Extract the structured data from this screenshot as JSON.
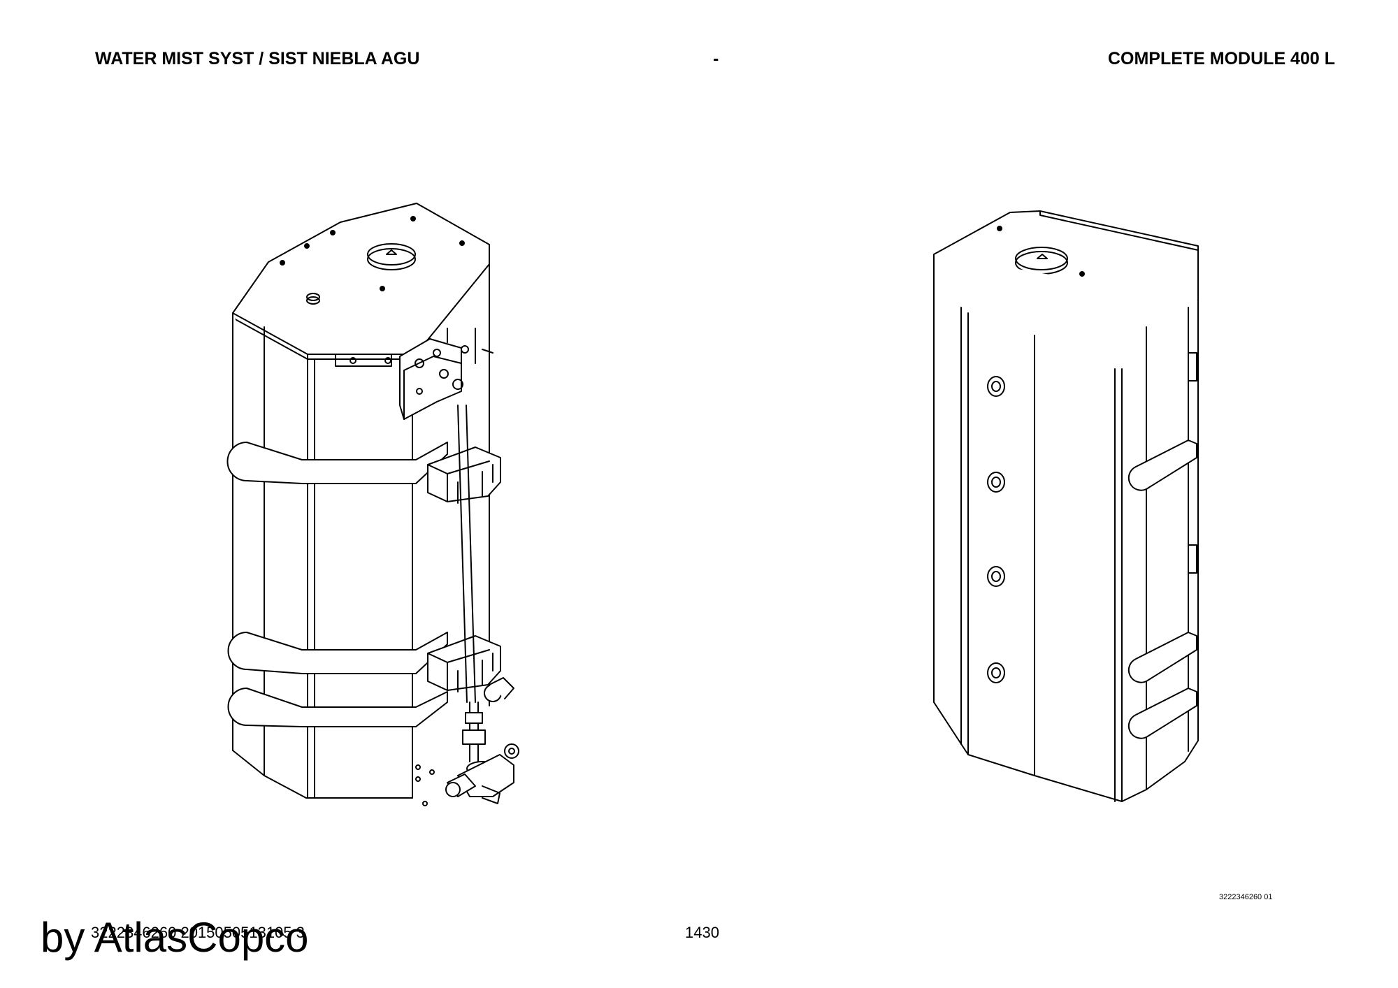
{
  "header": {
    "left": "WATER MIST SYST / SIST NIEBLA AGU",
    "center": "-",
    "right": "COMPLETE MODULE 400 L"
  },
  "drawing": {
    "part_ref": "3222346260 01"
  },
  "footer": {
    "doc_ref": "3222346260 2015050513105 3",
    "page_number": "1430"
  },
  "watermark": "by AtlasCopco"
}
